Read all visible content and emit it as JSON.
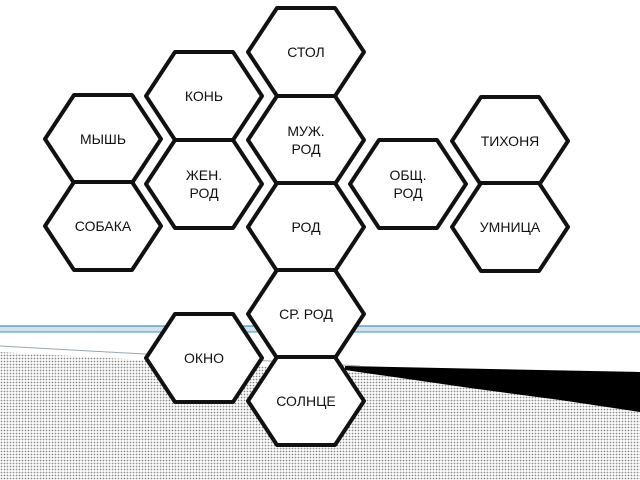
{
  "colors": {
    "hex_fill": "#ffffff",
    "hex_stroke": "#111111",
    "band_light": "#cfe3ef",
    "band_blue": "#4a90b8",
    "band_black": "#000000",
    "dots": "#8a8a8a"
  },
  "hexagons": [
    {
      "id": "stol",
      "lines": [
        "СТОЛ"
      ]
    },
    {
      "id": "kon",
      "lines": [
        "КОНЬ"
      ]
    },
    {
      "id": "mysh",
      "lines": [
        "МЫШЬ"
      ]
    },
    {
      "id": "muzh-rod",
      "lines": [
        "МУЖ.",
        "РОД"
      ]
    },
    {
      "id": "tikhonya",
      "lines": [
        "ТИХОНЯ"
      ]
    },
    {
      "id": "zhen-rod",
      "lines": [
        "ЖЕН.",
        "РОД"
      ]
    },
    {
      "id": "obshch-rod",
      "lines": [
        "ОБЩ.",
        "РОД"
      ]
    },
    {
      "id": "sobaka",
      "lines": [
        "СОБАКА"
      ]
    },
    {
      "id": "rod",
      "lines": [
        "РОД"
      ]
    },
    {
      "id": "umnitsa",
      "lines": [
        "УМНИЦА"
      ]
    },
    {
      "id": "sr-rod",
      "lines": [
        "СР. РОД"
      ]
    },
    {
      "id": "okno",
      "lines": [
        "ОКНО"
      ]
    },
    {
      "id": "solntse",
      "lines": [
        "СОЛНЦЕ"
      ]
    }
  ]
}
